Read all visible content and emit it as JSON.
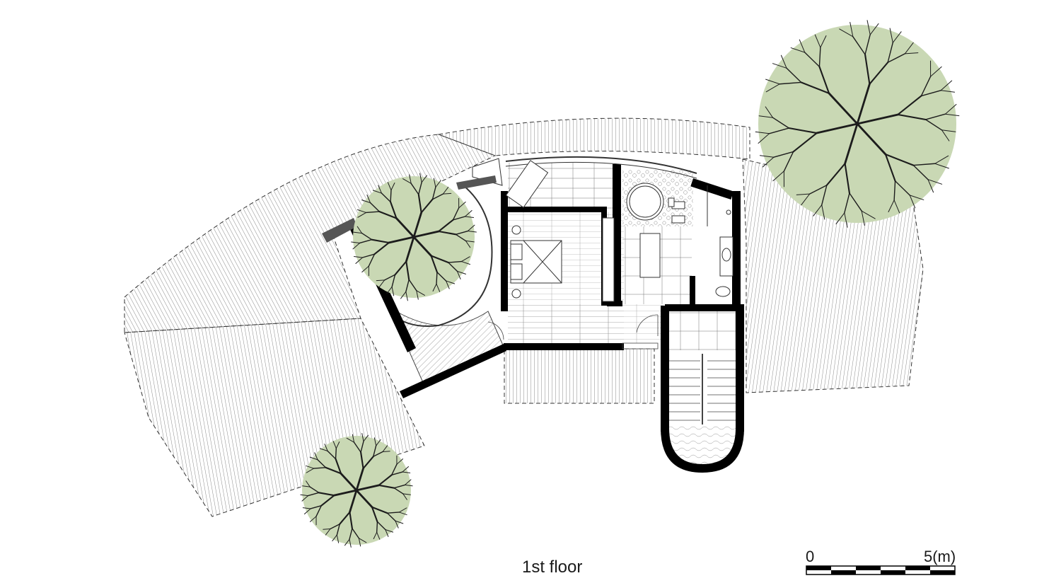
{
  "caption": "1st floor",
  "scale_bar": {
    "start_label": "0",
    "end_label": "5(m)",
    "segments": 6
  },
  "colors": {
    "wall": "#000000",
    "line": "#333333",
    "tree_canopy": "#c9d8b4",
    "tree_branch": "#1c1c1c",
    "cap": "#555555"
  },
  "trees": [
    {
      "name": "tree-top-right",
      "size": "large"
    },
    {
      "name": "tree-courtyard",
      "size": "medium"
    },
    {
      "name": "tree-bottom-left",
      "size": "small"
    }
  ]
}
